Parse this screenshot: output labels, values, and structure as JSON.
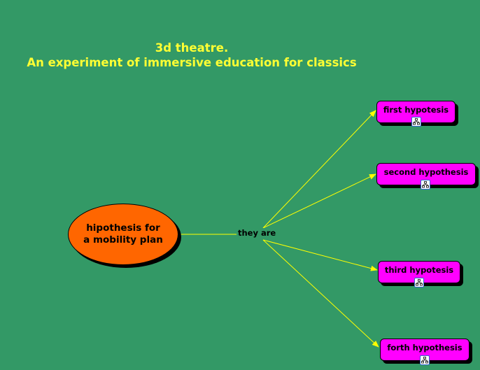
{
  "title": {
    "line1": "3d theatre.",
    "line2": "An experiment of immersive education for classics"
  },
  "central_concept": {
    "label": "hipothesis for\na mobility plan"
  },
  "link": {
    "label": "they are"
  },
  "hypotheses": [
    {
      "label": "first hypotesis",
      "icon": "concept-map-link-icon"
    },
    {
      "label": "second hypothesis",
      "icon": "concept-map-link-icon"
    },
    {
      "label": "third hypotesis",
      "icon": "concept-map-link-icon"
    },
    {
      "label": "forth hypothesis",
      "icon": "concept-map-link-icon"
    }
  ],
  "colors": {
    "background": "#339966",
    "title": "#ffff33",
    "central_fill": "#ff6600",
    "node_fill": "#ff00ff",
    "connector": "#ffff00"
  }
}
